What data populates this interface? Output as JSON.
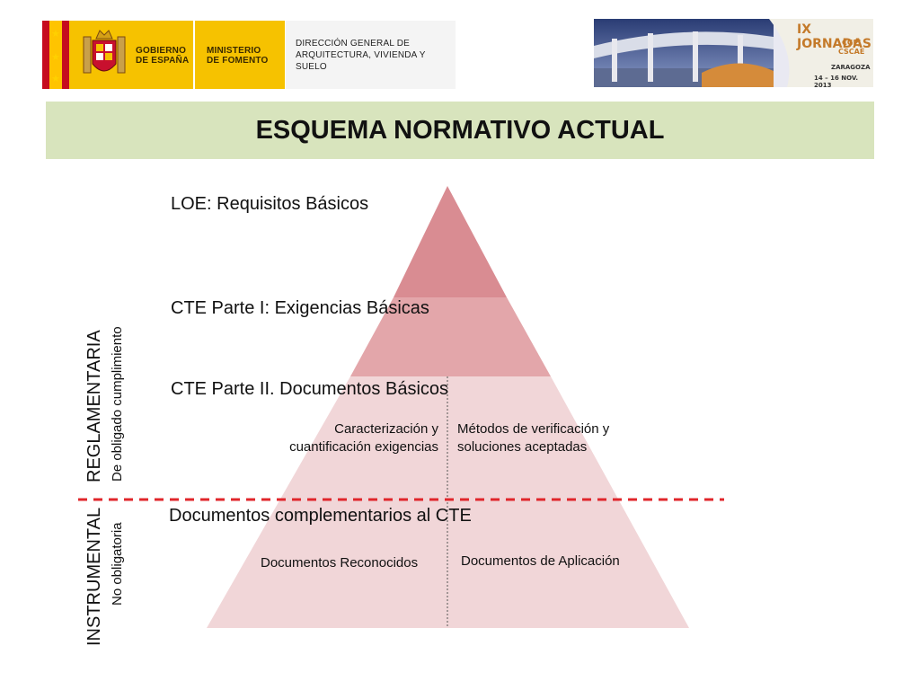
{
  "header": {
    "gobierno_line1": "GOBIERNO",
    "gobierno_line2": "DE ESPAÑA",
    "ministerio_line1": "MINISTERIO",
    "ministerio_line2": "DE FOMENTO",
    "direccion_line1": "DIRECCIÓN GENERAL DE",
    "direccion_line2": "ARQUITECTURA, VIVIENDA Y",
    "direccion_line3": "SUELO"
  },
  "event": {
    "title": "IX JORNADAS",
    "org1": "CGPJ",
    "org2": "CSCAE",
    "city": "ZARAGOZA",
    "dates": "14 – 16 NOV. 2013"
  },
  "title": "ESQUEMA NORMATIVO ACTUAL",
  "side_labels": {
    "reglamentaria": "REGLAMENTARIA",
    "reglamentaria_sub": "De obligado cumplimiento",
    "instrumental": "INSTRUMENTAL",
    "instrumental_sub": "No obligatoria"
  },
  "pyramid": {
    "levels": [
      {
        "label": "LOE: Requisitos Básicos",
        "color": "#d98c92"
      },
      {
        "label": "CTE Parte I: Exigencias Básicas",
        "color": "#e3a6aa"
      },
      {
        "label": "CTE Parte II. Documentos Básicos",
        "color": "#f1d6d8"
      },
      {
        "label": "Documentos complementarios al CTE",
        "color": "#f1d6d8"
      }
    ],
    "cte2_left_line1": "Caracterización y",
    "cte2_left_line2": "cuantificación exigencias",
    "cte2_right_line1": "Métodos de verificación y",
    "cte2_right_line2": "soluciones aceptadas",
    "comp_left": "Documentos Reconocidos",
    "comp_right": "Documentos de Aplicación",
    "divider_color": "#e0262b"
  }
}
